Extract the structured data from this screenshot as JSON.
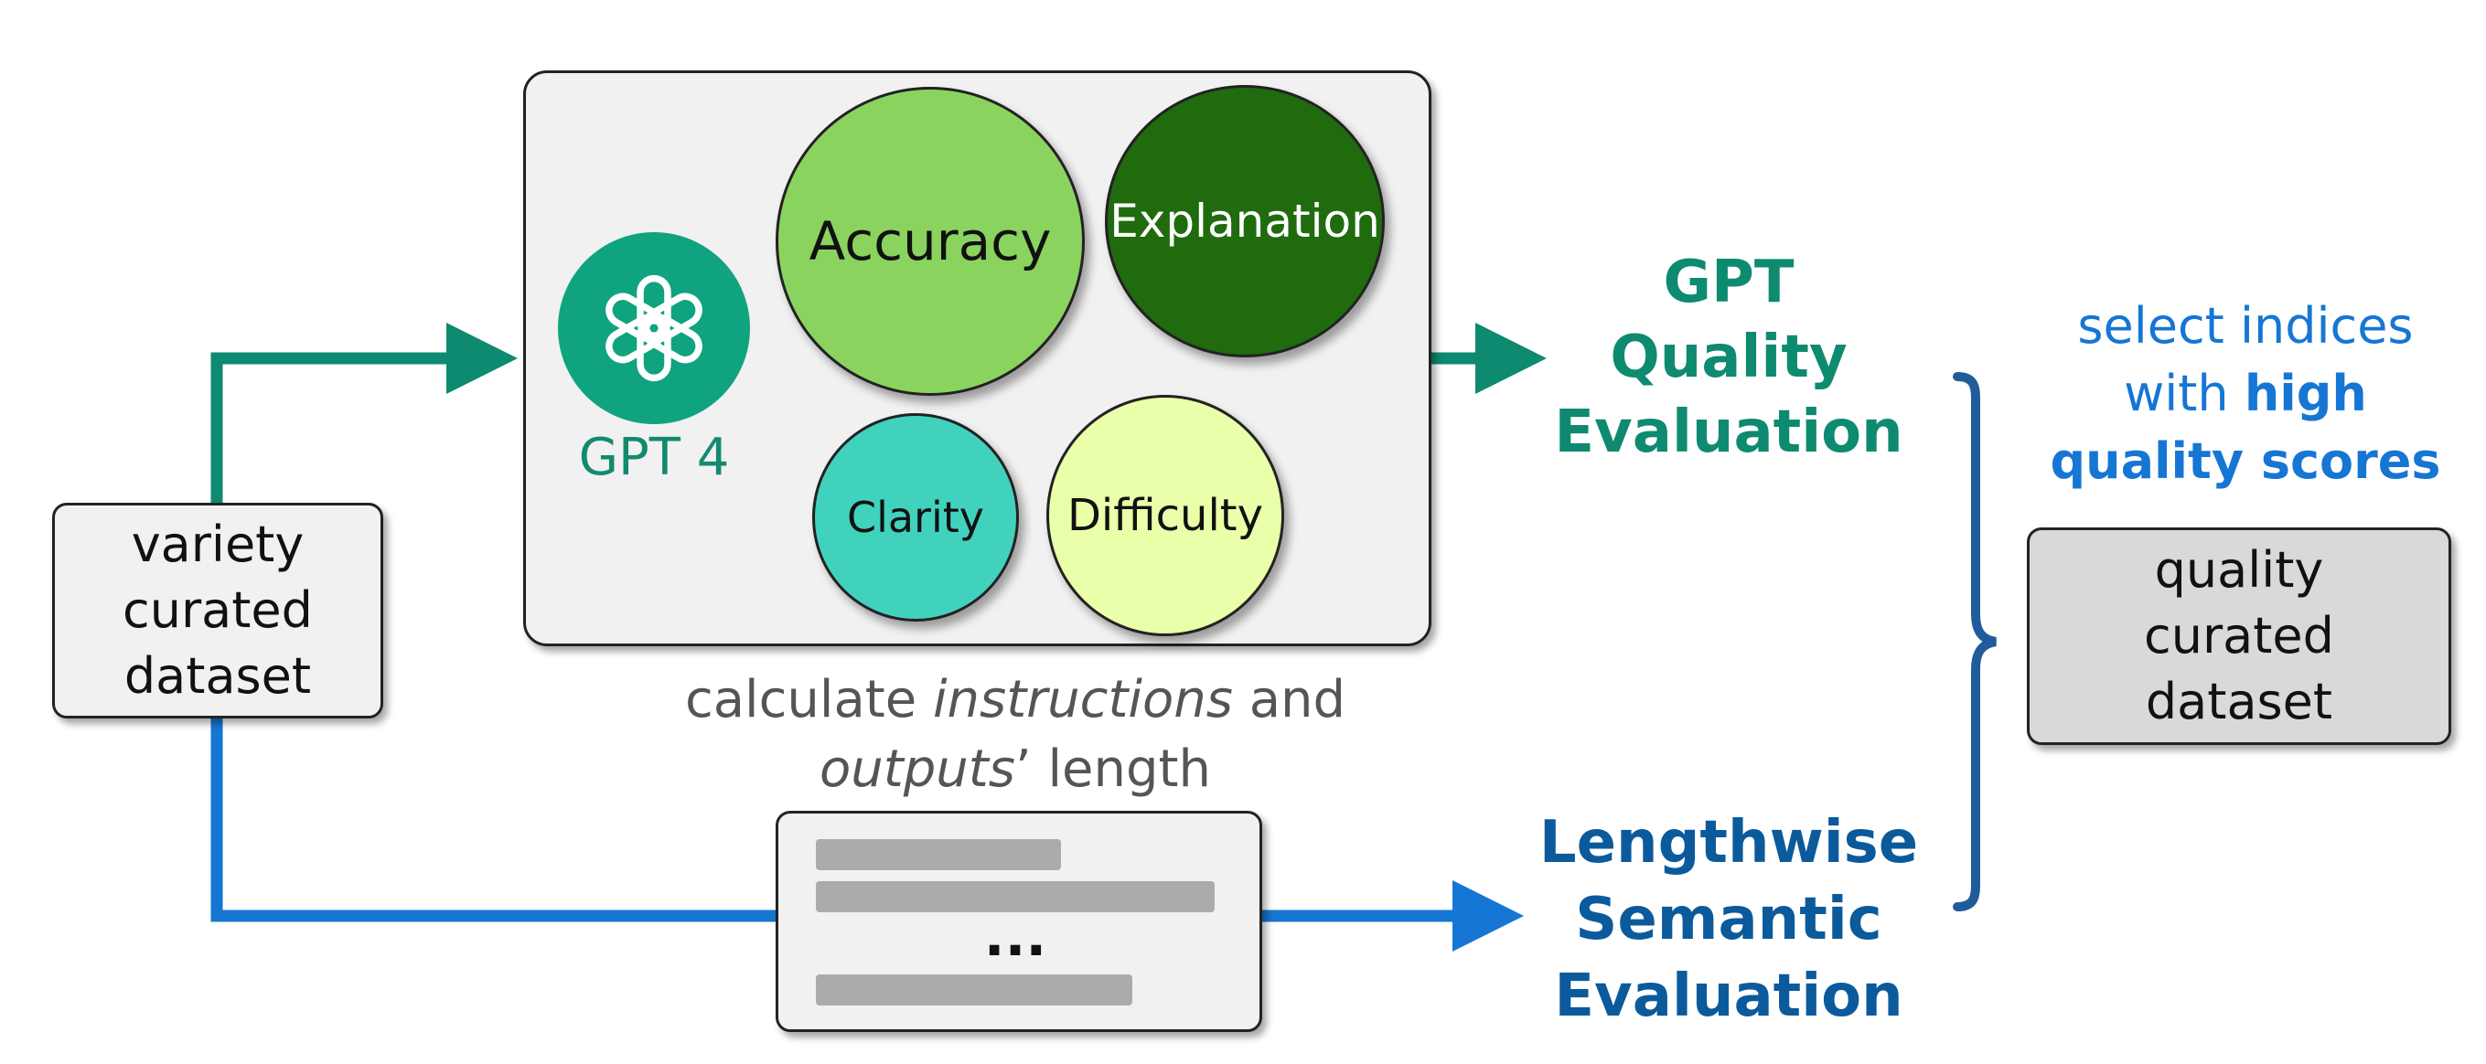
{
  "variety_dataset": {
    "lines": [
      "variety",
      "curated",
      "dataset"
    ]
  },
  "gpt_box": {
    "model_label": "GPT 4",
    "logo_icon": "openai-logo-icon",
    "circles": {
      "accuracy": "Accuracy",
      "explanation": "Explanation",
      "clarity": "Clarity",
      "difficulty": "Difficulty"
    }
  },
  "length_caption": {
    "line1_before": "calculate ",
    "line1_italic": "instructions",
    "line1_after": " and",
    "line2_italic": "outputs",
    "line2_after": "’ length"
  },
  "length_box": {
    "ellipsis": "..."
  },
  "gpt_eval": {
    "lines": [
      "GPT",
      "Quality",
      "Evaluation"
    ]
  },
  "length_eval": {
    "lines": [
      "Lengthwise",
      "Semantic",
      "Evaluation"
    ]
  },
  "select_caption": {
    "line1": "select indices",
    "line2_plain": "with ",
    "line2_bold": "high",
    "line3_bold": "quality scores"
  },
  "quality_dataset": {
    "lines": [
      "quality",
      "curated",
      "dataset"
    ]
  },
  "colors": {
    "gpt_teal": "#0e8a70",
    "length_blue": "#1576d4",
    "brace_blue": "#1f5c99",
    "accuracy": "#8bd35f",
    "explanation": "#1f6b0e",
    "clarity": "#41d2bd",
    "difficulty": "#eaffa9"
  }
}
